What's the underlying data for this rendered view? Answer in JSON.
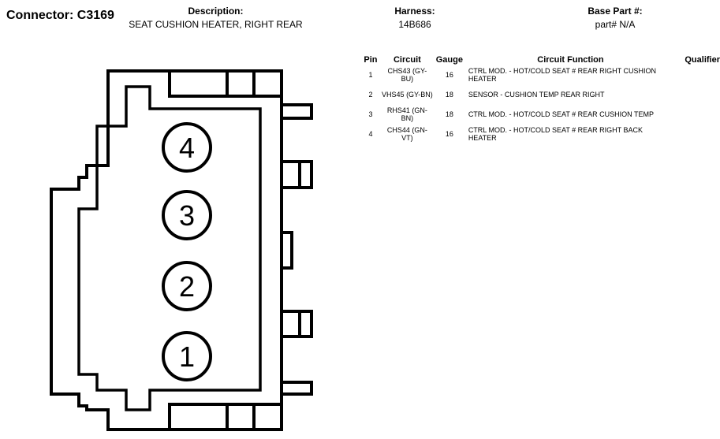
{
  "header": {
    "connector_title": "Connector: C3169",
    "description_label": "Description:",
    "description_value": "SEAT CUSHION HEATER, RIGHT REAR",
    "harness_label": "Harness:",
    "harness_value": "14B686",
    "base_part_label": "Base Part #:",
    "base_part_value": "part# N/A"
  },
  "table": {
    "columns": [
      "Pin",
      "Circuit",
      "Gauge",
      "Circuit Function",
      "Qualifier"
    ],
    "rows": [
      {
        "pin": "1",
        "circuit": "CHS43 (GY-BU)",
        "gauge": "16",
        "function": "CTRL MOD. - HOT/COLD SEAT # REAR RIGHT CUSHION HEATER",
        "qualifier": ""
      },
      {
        "pin": "2",
        "circuit": "VHS45 (GY-BN)",
        "gauge": "18",
        "function": "SENSOR - CUSHION TEMP REAR RIGHT",
        "qualifier": ""
      },
      {
        "pin": "3",
        "circuit": "RHS41 (GN-BN)",
        "gauge": "18",
        "function": "CTRL MOD. - HOT/COLD SEAT # REAR CUSHION TEMP",
        "qualifier": ""
      },
      {
        "pin": "4",
        "circuit": "CHS44 (GN-VT)",
        "gauge": "16",
        "function": "CTRL MOD. - HOT/COLD SEAT # REAR RIGHT BACK HEATER",
        "qualifier": ""
      }
    ]
  },
  "diagram": {
    "pin_labels": [
      "4",
      "3",
      "2",
      "1"
    ]
  }
}
